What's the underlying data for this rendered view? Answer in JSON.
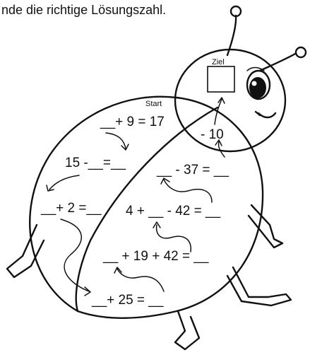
{
  "instruction": "nde die richtige Lösungszahl.",
  "labels": {
    "goal": "Ziel",
    "start": "Start"
  },
  "equations": [
    {
      "id": "eq1",
      "text": "__+ 9 = 17"
    },
    {
      "id": "eq2",
      "text": "15 -__=__"
    },
    {
      "id": "eq3",
      "text": "__+ 2 =__"
    },
    {
      "id": "eq4",
      "text": "4 + __ - 42 = __"
    },
    {
      "id": "eq5",
      "text": "__ - 37 = __"
    },
    {
      "id": "eq6",
      "text": "- 10"
    },
    {
      "id": "eq7",
      "text": "__ + 19 + 42 = __"
    },
    {
      "id": "eq8",
      "text": "__+ 25 = __"
    }
  ]
}
